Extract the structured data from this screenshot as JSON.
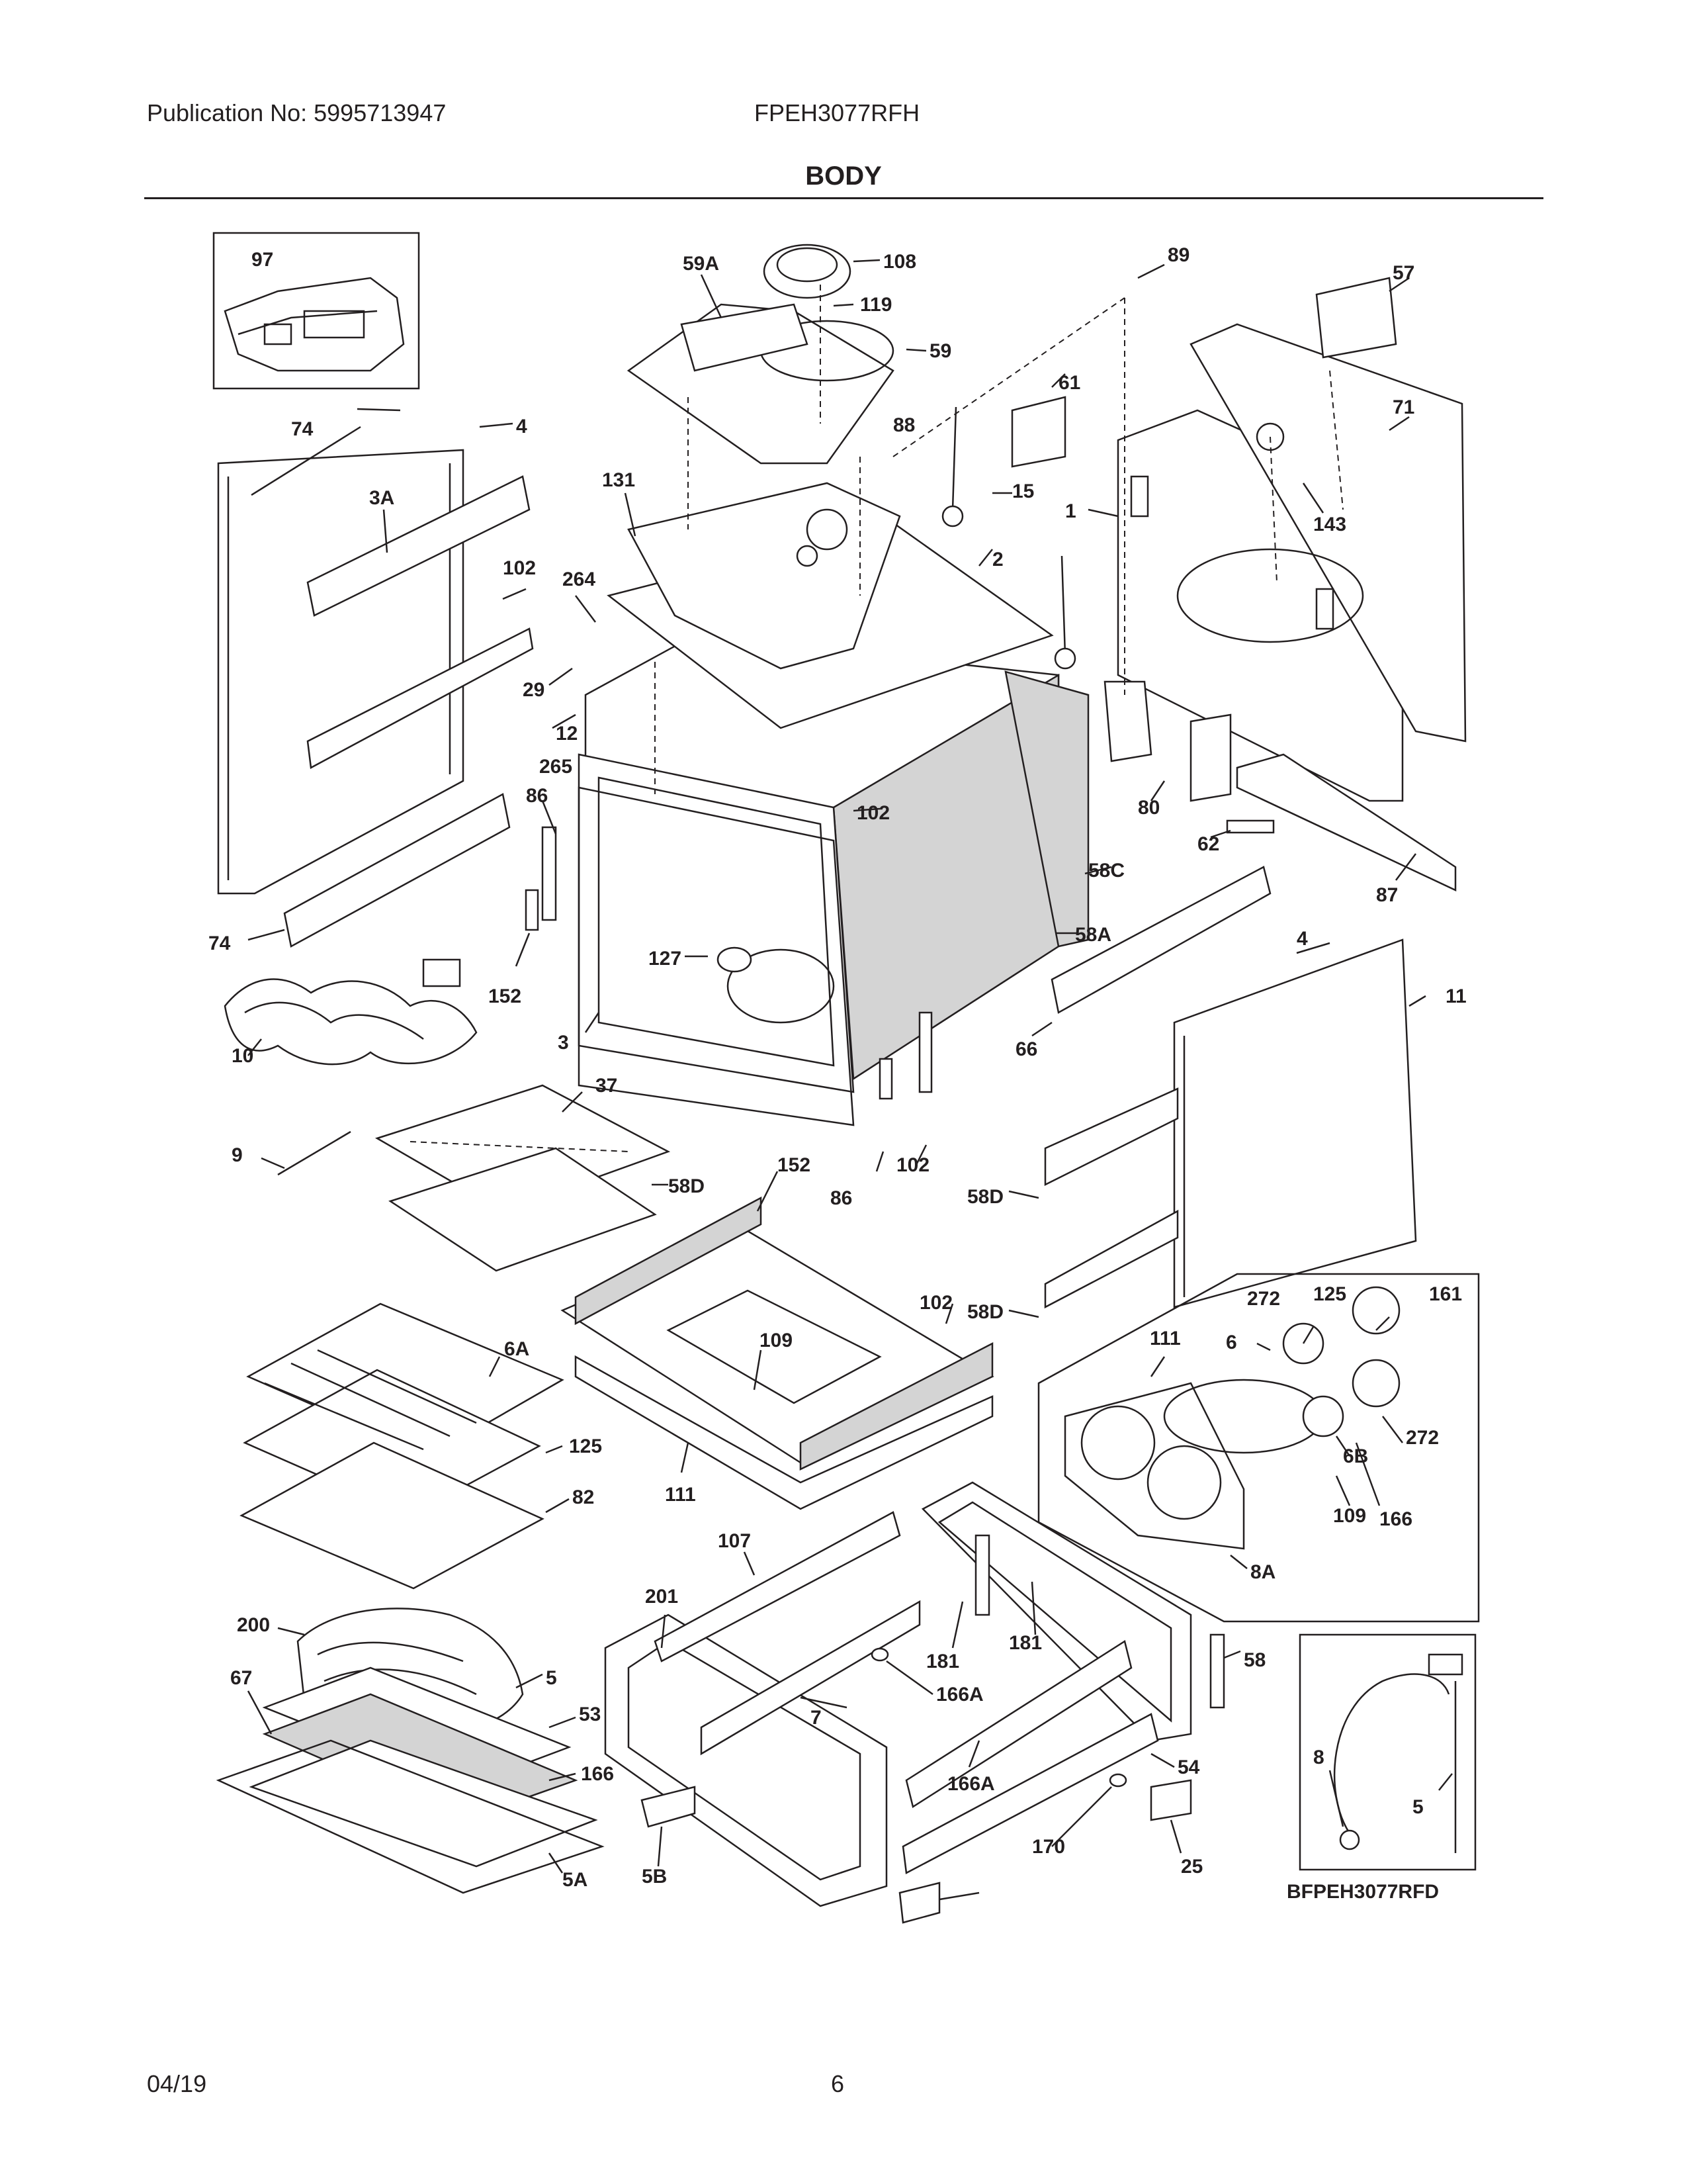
{
  "header": {
    "publication": "Publication No: 5995713947",
    "model": "FPEH3077RFH",
    "section_title": "BODY"
  },
  "footer": {
    "date": "04/19",
    "page_number": "6"
  },
  "diagram": {
    "drawing_code": "BFPEH3077RFD",
    "callouts": [
      "97",
      "59A",
      "108",
      "119",
      "59",
      "89",
      "57",
      "74",
      "4",
      "61",
      "71",
      "3A",
      "131",
      "88",
      "15",
      "1",
      "143",
      "102",
      "264",
      "2",
      "29",
      "12",
      "265",
      "86",
      "80",
      "62",
      "58C",
      "87",
      "58A",
      "102",
      "127",
      "152",
      "74",
      "4",
      "11",
      "3",
      "66",
      "10",
      "37",
      "9",
      "58D",
      "152",
      "86",
      "102",
      "58D",
      "102",
      "58D",
      "109",
      "272",
      "125",
      "161",
      "111",
      "6",
      "6A",
      "125",
      "272",
      "6B",
      "82",
      "111",
      "109",
      "166",
      "107",
      "8A",
      "200",
      "201",
      "181",
      "181",
      "58",
      "67",
      "5",
      "166A",
      "7",
      "53",
      "8",
      "166",
      "166A",
      "54",
      "5",
      "170",
      "25",
      "5A",
      "5B"
    ]
  }
}
